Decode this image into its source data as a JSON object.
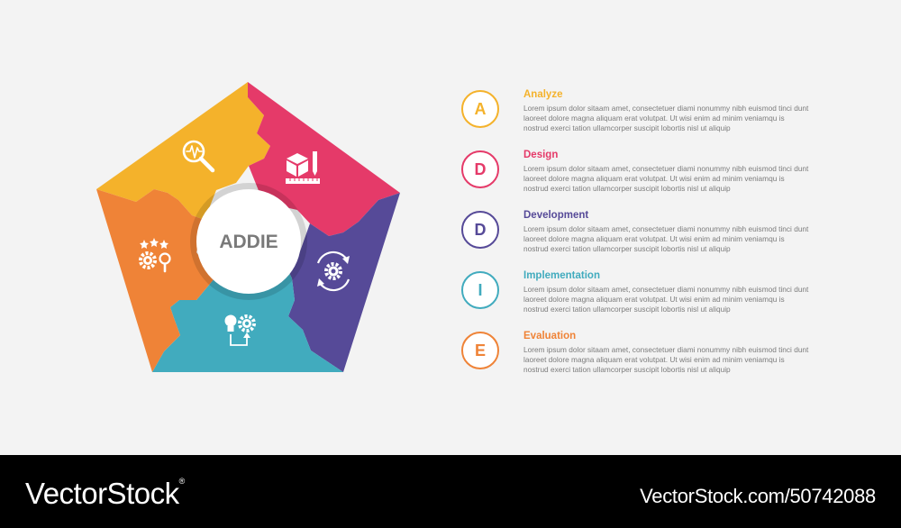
{
  "diagram": {
    "center_label": "ADDIE",
    "segments": [
      {
        "name": "analyze",
        "color": "#f4b22b",
        "icon": "magnifier-pulse-icon"
      },
      {
        "name": "design",
        "color": "#e53a69",
        "icon": "cube-ruler-pencil-icon"
      },
      {
        "name": "development",
        "color": "#564a98",
        "icon": "gear-cycle-icon"
      },
      {
        "name": "implementation",
        "color": "#41abbe",
        "icon": "bulb-gear-flow-icon"
      },
      {
        "name": "evaluation",
        "color": "#ef8337",
        "icon": "stars-gear-search-icon"
      }
    ]
  },
  "steps": [
    {
      "letter": "A",
      "title": "Analyze",
      "color": "#f4b22b",
      "text": "Lorem ipsum dolor sitaam amet, consectetuer diami nonummy  nibh euismod tinci dunt laoreet dolore magna aliquam erat volutpat. Ut wisi enim ad minim veniamqu is nostrud exerci tation ullamcorper suscipit lobortis nisl ut aliquip"
    },
    {
      "letter": "D",
      "title": "Design",
      "color": "#e53a69",
      "text": "Lorem ipsum dolor sitaam amet, consectetuer diami nonummy  nibh euismod tinci dunt laoreet dolore magna aliquam erat volutpat. Ut wisi enim ad minim veniamqu is nostrud exerci tation ullamcorper suscipit lobortis nisl ut aliquip"
    },
    {
      "letter": "D",
      "title": "Development",
      "color": "#564a98",
      "text": "Lorem ipsum dolor sitaam amet, consectetuer diami nonummy  nibh euismod tinci dunt laoreet dolore magna aliquam erat volutpat. Ut wisi enim ad minim veniamqu is nostrud exerci tation ullamcorper suscipit lobortis nisl ut aliquip"
    },
    {
      "letter": "I",
      "title": "Implementation",
      "color": "#41abbe",
      "text": "Lorem ipsum dolor sitaam amet, consectetuer diami nonummy  nibh euismod tinci dunt laoreet dolore magna aliquam erat volutpat. Ut wisi enim ad minim veniamqu is nostrud exerci tation ullamcorper suscipit lobortis nisl ut aliquip"
    },
    {
      "letter": "E",
      "title": "Evaluation",
      "color": "#ef8337",
      "text": "Lorem ipsum dolor sitaam amet, consectetuer diami nonummy  nibh euismod tinci dunt laoreet dolore magna aliquam erat volutpat. Ut wisi enim ad minim veniamqu is nostrud exerci tation ullamcorper suscipit lobortis nisl ut aliquip"
    }
  ],
  "footer": {
    "brand": "VectorStock",
    "registered_mark": "®",
    "stock_id": "VectorStock.com/50742088"
  }
}
